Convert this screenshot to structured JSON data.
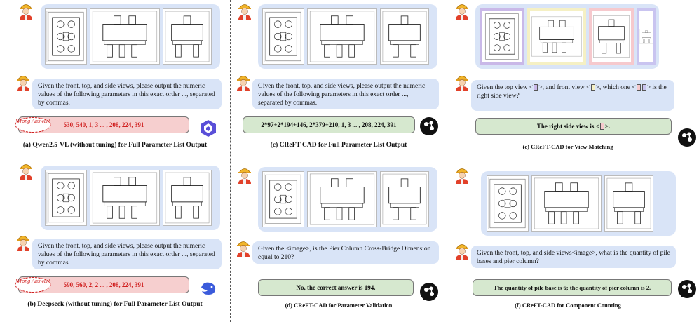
{
  "question_full_params": "Given the front, top, and side views, please output the numeric values of the following parameters in this exact order ..., separated by commas.",
  "question_view_matching": [
    "Given the top view <",
    ">, and front view <",
    ">, which one <",
    "> is the right side view?"
  ],
  "question_validation": "Given the <image>, is the Pier Column Cross-Bridge Dimension equal to 210?",
  "question_counting": "Given the front, top, and side views<image>, what is the quantity of pile bases and pier column?",
  "wrong_label": "Wrong Answer!",
  "answers": {
    "a": "530, 540, 1, 3 ... , 208, 224, 391",
    "b": "590, 560, 2, 2 ... , 208, 224, 391",
    "c": "2*97+2*194+146,  2*379+210, 1, 3 ... , 208, 224, 391",
    "d": "No, the correct answer is 194.",
    "e": [
      "The right side view is < ",
      ">."
    ],
    "f": "The quantity of pile base is 6; the quantity of pier column is 2."
  },
  "captions": {
    "a": "(a) Qwen2.5-VL (without tuning) for Full Parameter List Output",
    "b": "(b) Deepseek (without tuning) for Full Parameter List Output",
    "c": "(c) CReFT-CAD for Full Parameter List Output",
    "d": "(d) CReFT-CAD for Parameter Validation",
    "e": "(e) CReFT-CAD for View Matching",
    "f": "(f) CReFT-CAD for Component Counting"
  },
  "colors": {
    "panel_blue": "#d9e4f7",
    "answer_green": "#d6e8cf",
    "answer_red": "#f6cfcf",
    "wrong_red": "#d02020",
    "view_purple": "#c9b8e8",
    "view_yellow": "#f5f0c4",
    "view_pink": "#f6c9cd"
  },
  "icons": [
    "user-avatar-icon",
    "brain-icon",
    "qwen-logo-icon",
    "deepseek-logo-icon"
  ]
}
